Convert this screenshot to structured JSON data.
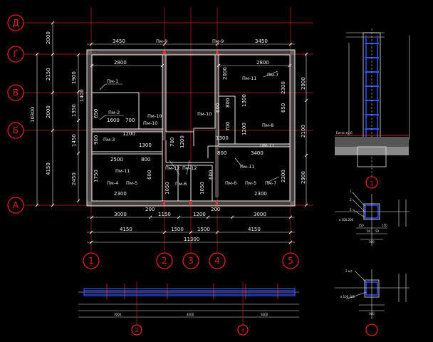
{
  "axes": {
    "rows": [
      "Д",
      "Г",
      "В",
      "Б",
      "А"
    ],
    "cols": [
      "1",
      "2",
      "3",
      "4",
      "5"
    ]
  },
  "dims": {
    "top_left": "3450",
    "top_right": "3450",
    "r1_top": "2800",
    "r2_top": "2800",
    "left_outer": [
      "2000",
      "2150",
      "2000",
      "4150"
    ],
    "left_total": "10300",
    "left_inner": [
      "1900",
      "1350",
      "1450",
      "2450"
    ],
    "right_outer": [
      "2900",
      "2100",
      "2900"
    ],
    "bottom_row1": [
      "3000",
      "1150",
      "1200",
      "3000"
    ],
    "bottom_row2": [
      "4150",
      "1500",
      "1500",
      "4150"
    ],
    "bottom_total": "11300",
    "inner_misc": {
      "d1600": "1600",
      "d700": "700",
      "d1200": "1200",
      "d1300a": "1300",
      "d2500": "2500",
      "d800a": "800",
      "d2300a": "2300",
      "d2300b": "2300",
      "d3400": "3400",
      "d1300b": "1300",
      "d800b": "800",
      "v1400": "1400",
      "v650": "650",
      "v600a": "600",
      "v900": "900",
      "v1750": "1750",
      "v600b": "600",
      "v1050a": "1050",
      "v1050b": "1050",
      "v600c": "600",
      "v1200": "1200",
      "v700": "700",
      "v2000": "2000",
      "v800": "800",
      "v600d": "600",
      "v1300": "1300",
      "v700b": "700",
      "v1200b": "1200",
      "v2300a": "2300",
      "v650b": "650",
      "v2300b": "2300",
      "v200a": "200",
      "v200b": "200"
    }
  },
  "lintels": {
    "pm9a": "Пм-9",
    "pm9b": "Пм-9",
    "pm1": "Пм-1",
    "pm2": "Пм-2",
    "pm10a": "Пм-10",
    "pm10b": "Пм-10",
    "pm10c": "Пм-10",
    "pm7a": "Пм-7",
    "pm11a": "Пм-11",
    "pm8": "Пм-8",
    "pm3": "Пм-3",
    "pm11b": "Пм-11",
    "pm12a": "Пм-12",
    "pm12b": "Пм-12",
    "pm11c": "Пм-11",
    "pm11d": "Пм-11",
    "pm4": "Пм-4",
    "pm5a": "Пм-5",
    "pm6a": "Пм-6",
    "pm6b": "Пм-6",
    "pm5b": "Пм-5",
    "pm7b": "Пм-7"
  },
  "details": {
    "circle1": "1",
    "marks1": [
      "1",
      "2",
      "3"
    ],
    "sec_dims1": [
      "150",
      "50",
      "50",
      "150"
    ],
    "sec_dims1_total": "300",
    "rebar1": "в 100,200",
    "sec_dims2_total": "300",
    "rebar2": "в 100,200",
    "rebar2b": "2 шт.",
    "beton": "Бетон\nгр-Б"
  },
  "elevation": {
    "axis_a": "2",
    "axis_b": "4",
    "segments": [
      "3000",
      "4000",
      "3000"
    ]
  },
  "colors": {
    "axis_red": "#e02020",
    "wall": "#e8e8e8",
    "rebar_blue": "#3050ff"
  }
}
